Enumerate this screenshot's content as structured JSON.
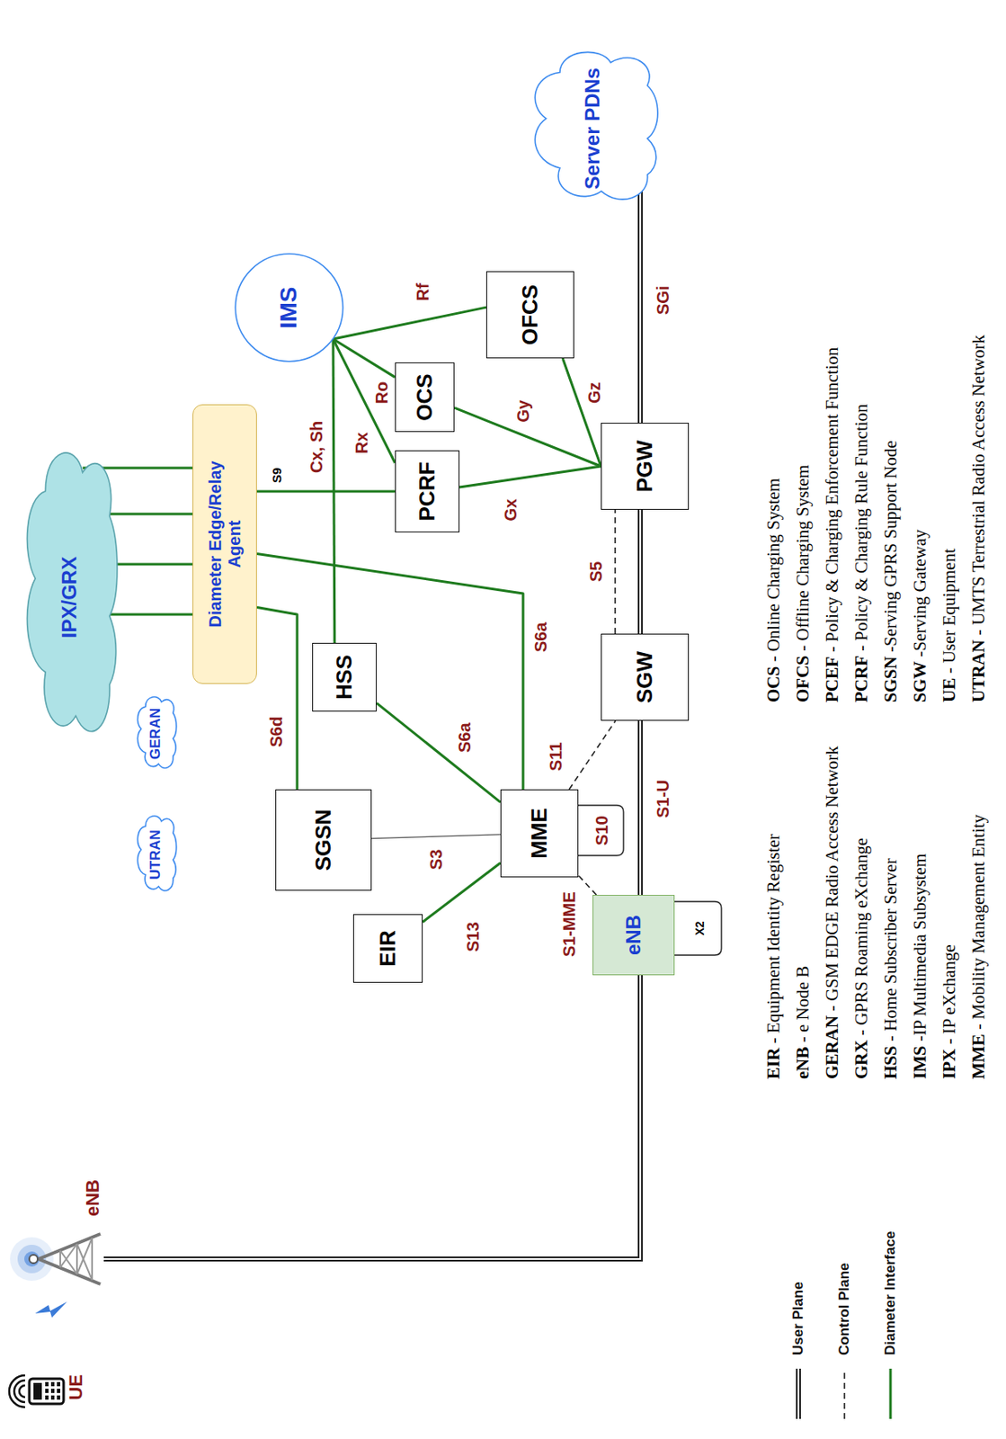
{
  "diagram": {
    "nodes": [
      {
        "text": [
          "eNB"
        ]
      },
      {
        "text": [
          "EIR"
        ]
      },
      {
        "text": [
          "MME"
        ]
      },
      {
        "text": [
          "SGSN"
        ]
      },
      {
        "text": [
          "UTRAN"
        ]
      },
      {
        "text": [
          "GERAN"
        ]
      },
      {
        "text": [
          "HSS"
        ]
      },
      {
        "text": [
          "SGW"
        ]
      },
      {
        "text": [
          "Diameter Edge/Relay Agent"
        ]
      },
      {
        "text": [
          "IPX/GRX"
        ]
      },
      {
        "text": [
          "PCRF"
        ]
      },
      {
        "text": [
          "OCS"
        ]
      },
      {
        "text": [
          "IMS"
        ]
      },
      {
        "text": [
          "OFCS"
        ]
      },
      {
        "text": [
          "PGW"
        ]
      },
      {
        "text": [
          "Server PDNs"
        ]
      }
    ],
    "edges": [
      {
        "from": 0,
        "to": 0,
        "label": "X2",
        "arrow": "none"
      },
      {
        "from": 0,
        "to": 2,
        "label": "S1-MME",
        "arrow": "none"
      },
      {
        "from": 0,
        "to": 7,
        "label": "S1-U",
        "arrow": "none"
      },
      {
        "from": 1,
        "to": 2,
        "label": "S13",
        "arrow": "none"
      },
      {
        "from": 3,
        "to": 2,
        "label": "S3",
        "arrow": "none"
      },
      {
        "from": 6,
        "to": 2,
        "label": "S6a",
        "arrow": "none"
      },
      {
        "from": 2,
        "to": 2,
        "label": "S10",
        "arrow": "none"
      },
      {
        "from": 2,
        "to": 7,
        "label": "S11",
        "arrow": "none"
      },
      {
        "from": 2,
        "to": 8,
        "label": "S6a",
        "arrow": "none"
      },
      {
        "from": 3,
        "to": 8,
        "label": "S6d",
        "arrow": "none"
      },
      {
        "from": 8,
        "to": 9,
        "arrow": "none"
      },
      {
        "from": 8,
        "to": 9,
        "arrow": "none"
      },
      {
        "from": 8,
        "to": 9,
        "arrow": "none"
      },
      {
        "from": 8,
        "to": 9,
        "arrow": "none"
      },
      {
        "from": 10,
        "to": 8,
        "label": "S9",
        "arrow": "none"
      },
      {
        "from": 6,
        "to": 12,
        "label": "Cx, Sh",
        "arrow": "none"
      },
      {
        "from": 12,
        "to": 10,
        "label": "Rx",
        "arrow": "none"
      },
      {
        "from": 12,
        "to": 11,
        "label": "Ro",
        "arrow": "none"
      },
      {
        "from": 12,
        "to": 13,
        "label": "Rf",
        "arrow": "none"
      },
      {
        "from": 10,
        "to": 14,
        "label": "Gx",
        "arrow": "none"
      },
      {
        "from": 11,
        "to": 14,
        "label": "Gy",
        "arrow": "none"
      },
      {
        "from": 13,
        "to": 14,
        "label": "Gz",
        "arrow": "none"
      },
      {
        "from": 7,
        "to": 14,
        "label": "S5",
        "arrow": "none"
      },
      {
        "from": 7,
        "to": 14,
        "arrow": "none"
      },
      {
        "from": 14,
        "to": 15,
        "label": "SGi",
        "arrow": "none"
      }
    ],
    "labels": [
      "UE",
      "eNB",
      "EIR - Equipment Identity Register",
      "eNB - e Node B",
      "GERAN - GSM EDGE Radio Access Network",
      "GRX - GPRS Roaming eXchange",
      "HSS - Home Subscriber Server",
      "IMS -IP Multimedia Subsystem",
      "IPX - IP eXchange",
      "MME - Mobility Management Entity",
      "OCS - Online Charging System",
      "OFCS - Offline Charging System",
      "PCEF - Policy & Charging Enforcement Function",
      "PCRF - Policy & Charging Rule Function",
      "SGSN -Serving GPRS Support Node",
      "SGW -Serving Gateway",
      "UE - User Equipment",
      "UTRAN - UMTS Terrestrial Radio Access Network"
    ],
    "legend": [
      {
        "text": "User Plane"
      },
      {
        "text": "Control Plane"
      },
      {
        "text": "Diameter Interface"
      }
    ]
  }
}
